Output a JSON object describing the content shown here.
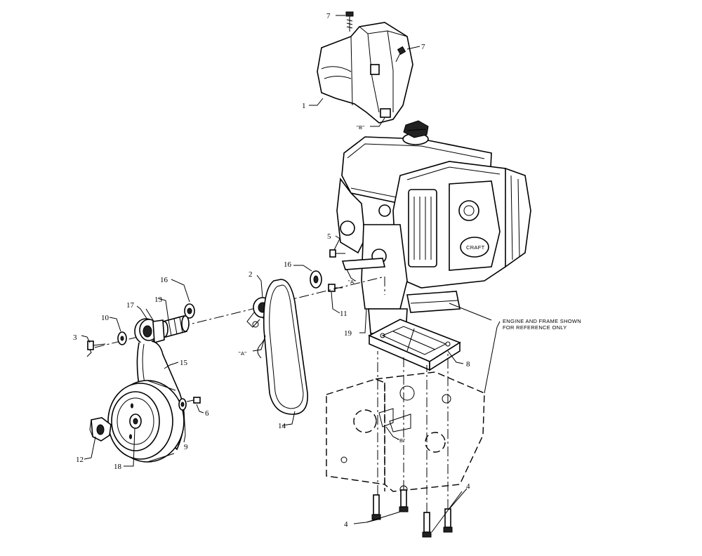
{
  "callouts": {
    "c1": "1",
    "c2": "2",
    "c3": "3",
    "c4a": "4",
    "c4b": "4",
    "c5": "5",
    "c6": "6",
    "c7a": "7",
    "c7b": "7",
    "c8": "8",
    "c9": "9",
    "c10": "10",
    "c11": "11",
    "c12": "12",
    "c13": "13",
    "c14": "14",
    "c15": "15",
    "c16a": "16",
    "c16b": "16",
    "c17": "17",
    "c18": "18",
    "c19": "19"
  },
  "refs": {
    "a1": "\"A\"",
    "a2": "\"A\"",
    "b1": "\"B\"",
    "b2": "\"B\""
  },
  "note": {
    "line1": "ENGINE AND FRAME SHOWN",
    "line2": "FOR REFERENCE ONLY"
  },
  "engine": {
    "badge": "CRAFT"
  }
}
